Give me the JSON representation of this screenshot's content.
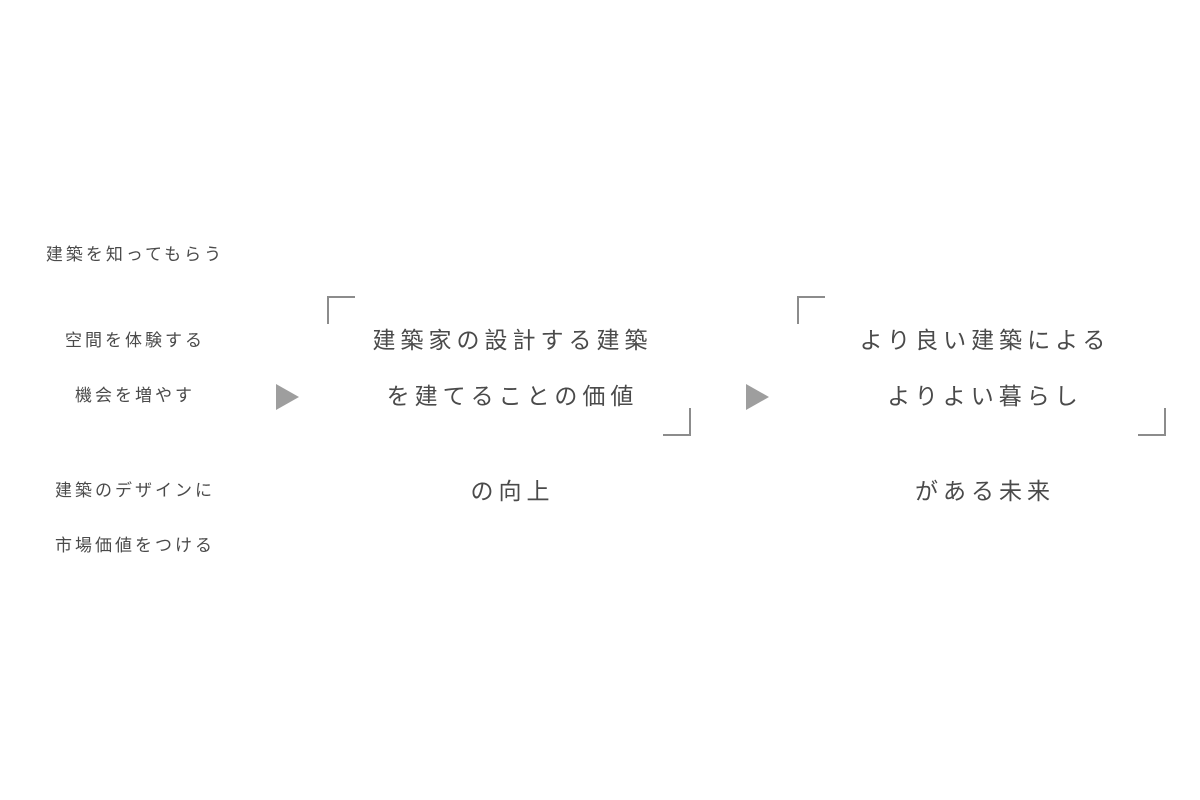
{
  "diagram": {
    "background": "#ffffff",
    "text_color": "#4a4a4a",
    "arrow_color": "#9e9e9e",
    "bracket_color": "#8c8c8c",
    "arrow_icon": "right-triangle-arrow",
    "left_column": {
      "groups": [
        {
          "lines": [
            "建築を知ってもらう"
          ]
        },
        {
          "lines": [
            "空間を体験する",
            "機会を増やす"
          ]
        },
        {
          "lines": [
            "建築のデザインに",
            "市場価値をつける"
          ]
        }
      ]
    },
    "middle_block": {
      "quoted_lines": [
        "建築家の設計する建築",
        "を建てることの価値"
      ],
      "below_line": "の向上"
    },
    "right_block": {
      "quoted_lines": [
        "より良い建築による",
        "よりよい暮らし"
      ],
      "below_line": "がある未来"
    }
  }
}
